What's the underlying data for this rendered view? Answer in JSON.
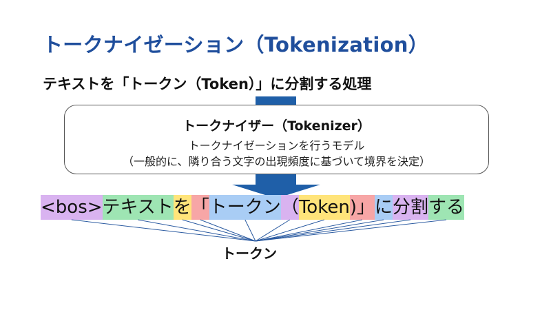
{
  "title": "トークナイゼーション（Tokenization）",
  "subtitle": "テキストを「トークン（Token）」に分割する処理",
  "tokenizer_box": {
    "title": "トークナイザー（Tokenizer）",
    "line1": "トークナイゼーションを行うモデル",
    "line2": "（一般的に、隣り合う文字の出現頻度に基づいて境界を決定）"
  },
  "tokens": [
    {
      "text": "<bos>",
      "color": "#d9b3f0"
    },
    {
      "text": "テキスト",
      "color": "#9ee5b3"
    },
    {
      "text": "を",
      "color": "#ffe47a"
    },
    {
      "text": "「",
      "color": "#f7a6a6"
    },
    {
      "text": "トークン",
      "color": "#a9cdf5"
    },
    {
      "text": "（",
      "color": "#d9b3f0"
    },
    {
      "text": "Token",
      "color": "#ffe47a"
    },
    {
      "text": ")」",
      "color": "#f7a6a6"
    },
    {
      "text": "に",
      "color": "#a9cdf5"
    },
    {
      "text": "分割",
      "color": "#d9b3f0"
    },
    {
      "text": "する",
      "color": "#9ee5b3"
    }
  ],
  "token_label": "トークン",
  "colors": {
    "title": "#1f4e9c",
    "arrow": "#1f5fa8",
    "lines": "#2a5aa0"
  }
}
